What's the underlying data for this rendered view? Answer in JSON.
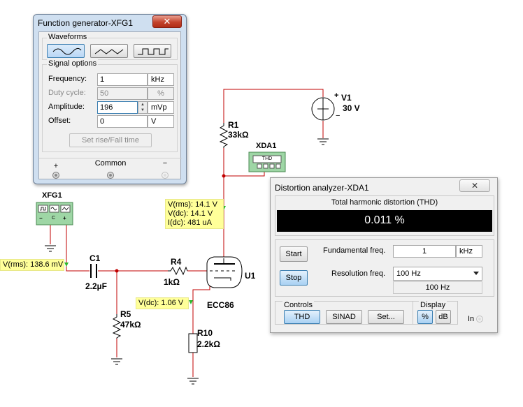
{
  "function_generator": {
    "title": "Function generator-XFG1",
    "close_glyph": "✕",
    "waveforms_label": "Waveforms",
    "waveforms": [
      {
        "name": "sine-wave-icon",
        "selected": true
      },
      {
        "name": "triangle-wave-icon",
        "selected": false
      },
      {
        "name": "square-wave-icon",
        "selected": false
      }
    ],
    "signal_options_label": "Signal options",
    "frequency": {
      "label": "Frequency:",
      "value": "1",
      "unit": "kHz"
    },
    "duty_cycle": {
      "label": "Duty cycle:",
      "value": "50",
      "unit": "%"
    },
    "amplitude": {
      "label": "Amplitude:",
      "value": "196",
      "unit": "mVp"
    },
    "offset": {
      "label": "Offset:",
      "value": "0",
      "unit": "V"
    },
    "rise_fall_button": "Set rise/Fall time",
    "plus_label": "+",
    "common_label": "Common",
    "minus_label": "−"
  },
  "distortion_analyzer": {
    "title": "Distortion analyzer-XDA1",
    "close_glyph": "✕",
    "thd_label": "Total harmonic distortion (THD)",
    "reading": "0.011 %",
    "start_label": "Start",
    "stop_label": "Stop",
    "fundamental_label": "Fundamental freq.",
    "fundamental_value": "1",
    "fundamental_unit": "kHz",
    "resolution_label": "Resolution freq.",
    "resolution_value": "100 Hz",
    "resolution_readout": "100 Hz",
    "controls_label": "Controls",
    "thd_button": "THD",
    "sinad_button": "SINAD",
    "set_button": "Set...",
    "display_label": "Display",
    "percent_button": "%",
    "db_button": "dB",
    "in_label": "In"
  },
  "schematic": {
    "xfg1_label": "XFG1",
    "xda1_label": "XDA1",
    "xda1_screen": "THD",
    "v1_name": "V1",
    "v1_value": "30 V",
    "v1_plus": "+",
    "v1_minus": "−",
    "r1_name": "R1",
    "r1_value": "33kΩ",
    "c1_name": "C1",
    "c1_value": "2.2µF",
    "r4_name": "R4",
    "r4_value": "1kΩ",
    "r5_name": "R5",
    "r5_value": "47kΩ",
    "r10_name": "R10",
    "r10_value": "2.2kΩ",
    "u1_name": "U1",
    "u1_type": "ECC86",
    "probe_plate": [
      "V(rms): 14.1 V",
      "V(dc): 14.1 V",
      "I(dc): 481 uA"
    ],
    "probe_input": "V(rms): 138.6 mV",
    "probe_cathode": "V(dc): 1.06 V",
    "xfg_terminals": [
      "−",
      "C",
      "+"
    ]
  },
  "colors": {
    "wire": "#c00000",
    "probe_bg": "#ffff99",
    "probe_arrow": "#2db82d",
    "window_frame": "#cfdff0"
  }
}
